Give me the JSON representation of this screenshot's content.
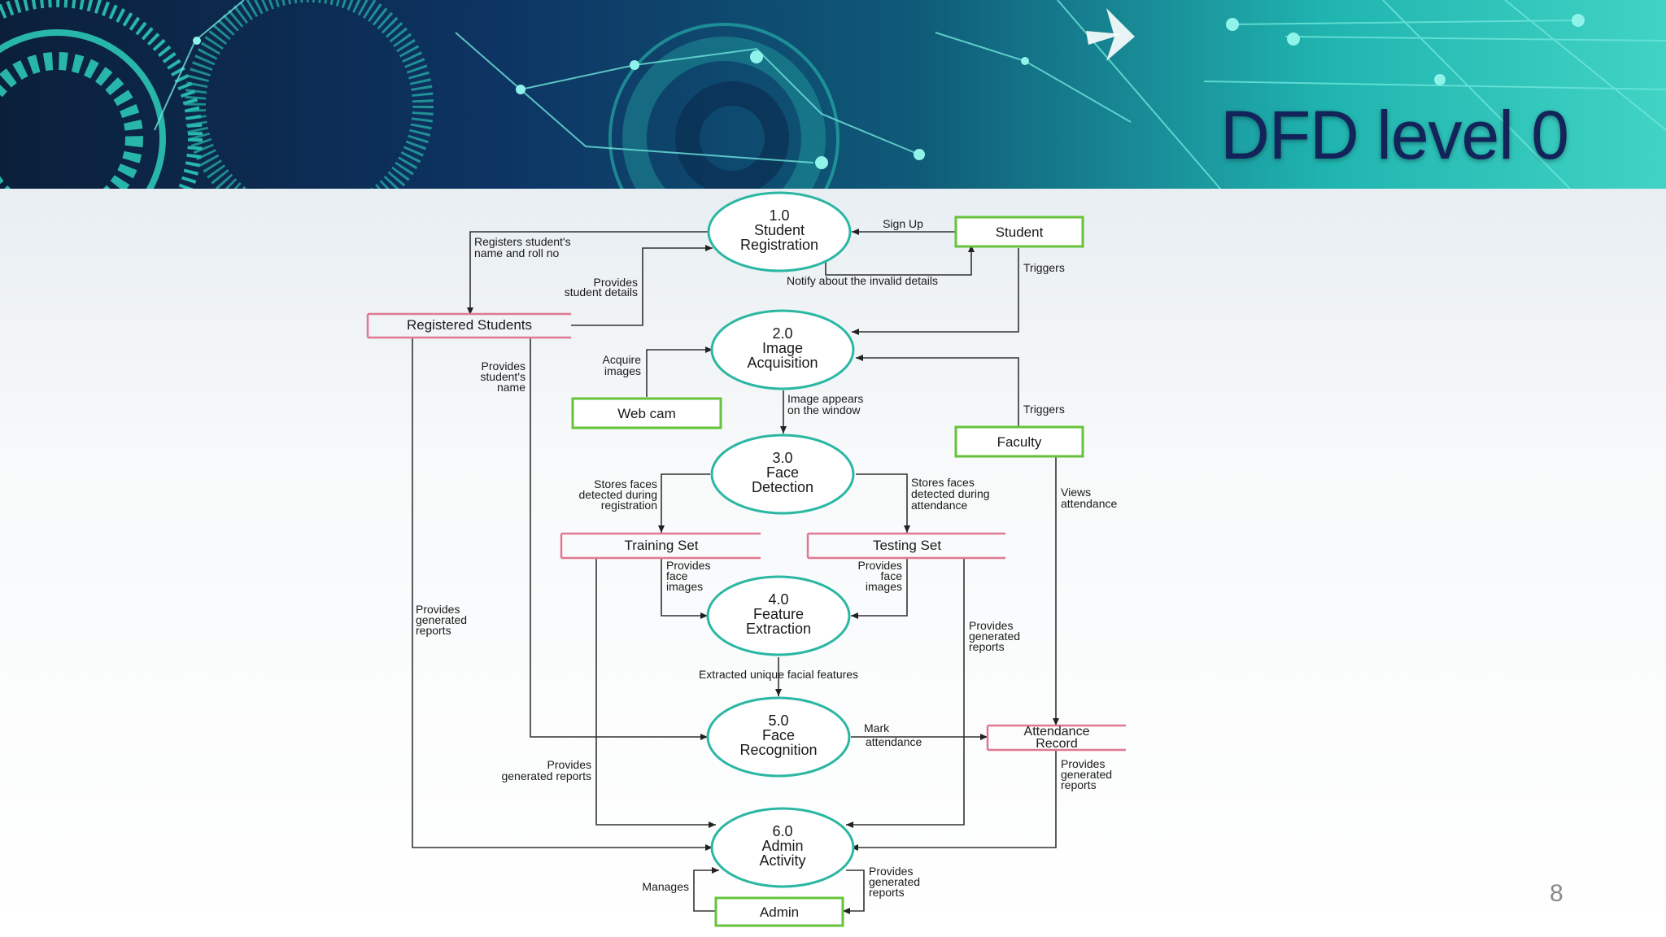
{
  "slide": {
    "title": "DFD level 0",
    "page_number": "8"
  },
  "processes": {
    "p1": [
      "1.0",
      "Student",
      "Registration"
    ],
    "p2": [
      "2.0",
      "Image",
      "Acquisition"
    ],
    "p3": [
      "3.0",
      "Face",
      "Detection"
    ],
    "p4": [
      "4.0",
      "Feature",
      "Extraction"
    ],
    "p5": [
      "5.0",
      "Face",
      "Recognition"
    ],
    "p6": [
      "6.0",
      "Admin",
      "Activity"
    ]
  },
  "entities": {
    "student": "Student",
    "webcam": "Web cam",
    "faculty": "Faculty",
    "admin": "Admin"
  },
  "stores": {
    "registered": "Registered Students",
    "training": "Training Set",
    "testing": "Testing Set",
    "attendance": [
      "Attendance",
      "Record"
    ]
  },
  "flows": {
    "sign_up": "Sign Up",
    "registers": [
      "Registers student's",
      "name and roll no"
    ],
    "provides_details": [
      "Provides",
      "student details"
    ],
    "notify_invalid": "Notify about the invalid details",
    "triggers_student": "Triggers",
    "acquire_images": [
      "Acquire",
      "images"
    ],
    "provides_name": [
      "Provides",
      "student's",
      "name"
    ],
    "image_appears": [
      "Image appears",
      "on the window"
    ],
    "triggers_faculty": "Triggers",
    "stores_registration": [
      "Stores faces",
      "detected during",
      "registration"
    ],
    "stores_attendance": [
      "Stores faces",
      "detected during",
      "attendance"
    ],
    "views_attendance": [
      "Views",
      "attendance"
    ],
    "training_face": [
      "Provides",
      "face",
      "images"
    ],
    "testing_face": [
      "Provides",
      "face",
      "images"
    ],
    "registered_reports": [
      "Provides",
      "generated",
      "reports"
    ],
    "testing_reports": [
      "Provides",
      "generated",
      "reports"
    ],
    "extracted": "Extracted unique facial features",
    "mark_attendance": [
      "Mark",
      "attendance"
    ],
    "training_reports": [
      "Provides",
      "generated reports"
    ],
    "attendance_reports": [
      "Provides",
      "generated",
      "reports"
    ],
    "manages": "Manages",
    "admin_reports": [
      "Provides",
      "generated",
      "reports"
    ]
  }
}
